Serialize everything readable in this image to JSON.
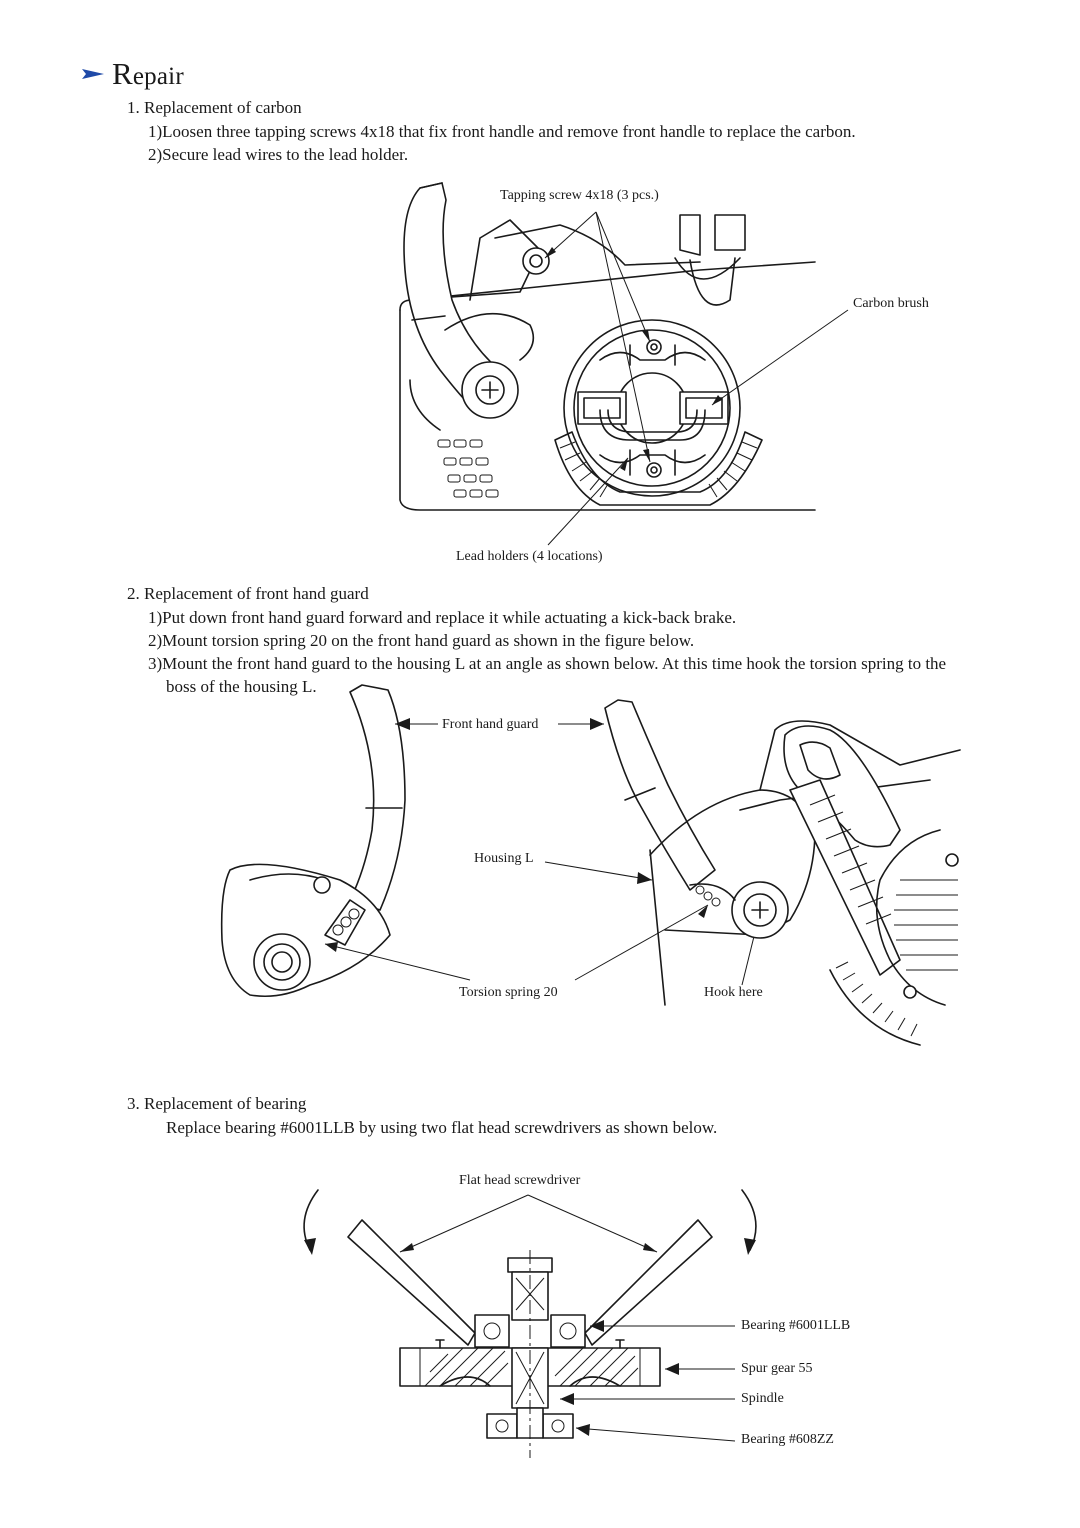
{
  "header": {
    "title_initial": "R",
    "title_rest": "epair",
    "accent_color": "#1f4aa8",
    "arrow_icon": "right-pointer-icon"
  },
  "section1": {
    "heading": "1. Replacement of carbon",
    "steps": [
      {
        "num": "1)",
        "text": "Loosen three tapping screws 4x18 that fix front handle and remove front handle to replace the carbon."
      },
      {
        "num": "2)",
        "text": "Secure lead wires to the lead holder."
      }
    ],
    "figure": {
      "label_screw": "Tapping screw 4x18 (3 pcs.)",
      "label_carbon": "Carbon brush",
      "label_lead": "Lead holders (4 locations)"
    }
  },
  "section2": {
    "heading": "2. Replacement of front hand guard",
    "steps": [
      {
        "num": "1)",
        "text": "Put down front hand guard forward and replace it while actuating a kick-back brake."
      },
      {
        "num": "2)",
        "text": "Mount torsion spring 20 on the front hand guard as shown in the figure below."
      },
      {
        "num": "3)",
        "text": "Mount the front hand guard to the housing L at an angle as shown below. At this time hook the torsion spring to the"
      }
    ],
    "step3_cont": "boss of the housing L.",
    "figure": {
      "label_guard": "Front hand guard",
      "label_housing": "Housing L",
      "label_spring": "Torsion spring 20",
      "label_hook": "Hook here"
    }
  },
  "section3": {
    "heading": "3. Replacement of bearing",
    "text": "Replace bearing #6001LLB by using two flat head screwdrivers as shown below.",
    "figure": {
      "label_driver": "Flat head screwdriver",
      "label_bearing1": "Bearing #6001LLB",
      "label_gear": "Spur gear 55",
      "label_spindle": "Spindle",
      "label_bearing2": "Bearing #608ZZ"
    }
  }
}
